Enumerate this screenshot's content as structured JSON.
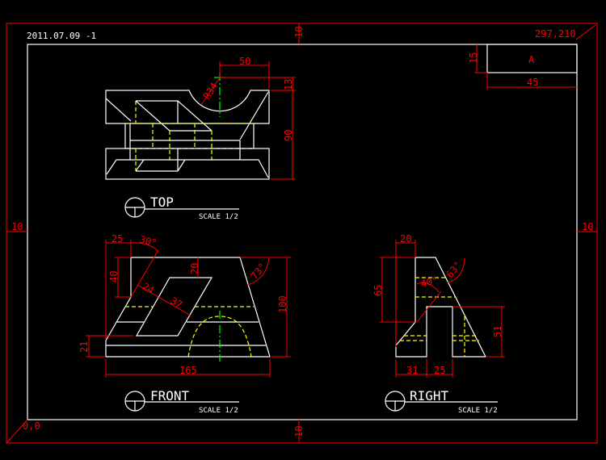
{
  "sheet": {
    "date_label": "2011.07.09 -1",
    "size_label": "297,210",
    "origin_label": "0,0",
    "margin_top": "10",
    "margin_bottom": "10",
    "margin_left": "10",
    "margin_right": "10"
  },
  "title_block": {
    "letter": "A",
    "height_dim": "15",
    "width_dim": "45"
  },
  "views": {
    "top": {
      "name": "TOP",
      "scale": "SCALE 1/2",
      "dims": {
        "width": "50",
        "offset": "13",
        "depth": "90",
        "radius": "R34"
      }
    },
    "front": {
      "name": "FRONT",
      "scale": "SCALE 1/2",
      "dims": {
        "top_left": "25",
        "angle1": "30°",
        "left_height": "40",
        "slot_offset": "20",
        "angle2": "73°",
        "slot_width": "24",
        "slot_length": "37",
        "height": "100",
        "base": "21",
        "width": "165"
      }
    },
    "right": {
      "name": "RIGHT",
      "scale": "SCALE 1/2",
      "dims": {
        "top": "20",
        "left_height": "65",
        "angle1": "40°",
        "angle2": "63°",
        "right_height": "51",
        "bottom_left": "31",
        "slot": "25"
      }
    }
  },
  "colors": {
    "background": "#000000",
    "geometry": "#ffffff",
    "dimension": "#ff0000",
    "hidden": "#ffff00",
    "center": "#00ff00"
  }
}
